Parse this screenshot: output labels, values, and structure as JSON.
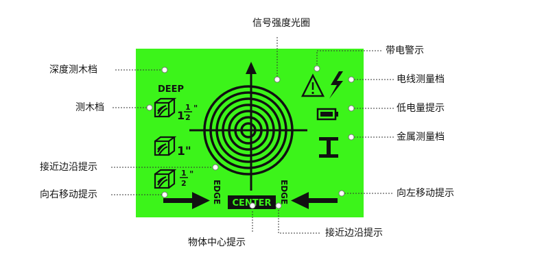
{
  "screen": {
    "background_color": "#3cf41a",
    "ink_color": "#111111",
    "deep_label": "DEEP",
    "depth_1_5_whole": "1",
    "depth_1_5_num": "1",
    "depth_1_5_den": "2",
    "depth_1_5_mark": "\"",
    "depth_1_label": "1\"",
    "depth_0_5_num": "1",
    "depth_0_5_den": "2",
    "depth_0_5_mark": "\"",
    "edge_left": "EDGE",
    "edge_right": "EDGE",
    "center_label": "CENTER"
  },
  "callouts": {
    "signal_ring": "信号强度光圈",
    "deep_wood_mode": "深度测木档",
    "wood_mode": "测木档",
    "near_edge_left": "接近边沿提示",
    "move_right": "向右移动提示",
    "object_center": "物体中心提示",
    "near_edge_right": "接近边沿提示",
    "live_wire_warning": "带电警示",
    "wire_mode": "电线测量档",
    "low_battery": "低电量提示",
    "metal_mode": "金属测量档",
    "move_left": "向左移动提示"
  }
}
